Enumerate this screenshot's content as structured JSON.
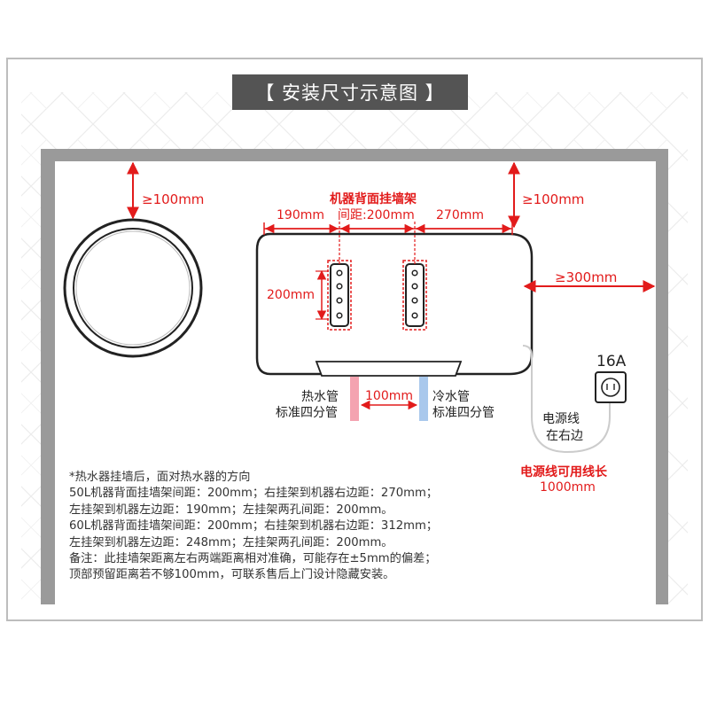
{
  "title": "【 安装尺寸示意图 】",
  "dimensions": {
    "top_left_clearance": "≥100mm",
    "top_right_clearance": "≥100mm",
    "right_clearance": "≥300mm",
    "bracket_heading": "机器背面挂墙架",
    "bracket_spacing": "间距:200mm",
    "left_offset": "190mm",
    "right_offset": "270mm",
    "hole_spacing": "200mm",
    "pipe_spacing": "100mm"
  },
  "pipes": {
    "hot_line1": "热水管",
    "hot_line2": "标准四分管",
    "cold_line1": "冷水管",
    "cold_line2": "标准四分管"
  },
  "power": {
    "socket_rating": "16A",
    "cord_label_line1": "电源线",
    "cord_label_line2": "在右边",
    "cord_length_label": "电源线可用线长",
    "cord_length_value": "1000mm"
  },
  "notes": [
    "*热水器挂墙后，面对热水器的方向",
    "50L机器背面挂墙架间距：200mm；右挂架到机器右边距：270mm；",
    "左挂架到机器左边距：190mm；左挂架两孔间距：200mm。",
    "60L机器背面挂墙架间距：200mm；右挂架到机器右边距：312mm；",
    "左挂架到机器左边距：248mm；左挂架两孔间距：200mm。",
    "备注：此挂墙架距离左右两端距离相对准确，可能存在±5mm的偏差；",
    "顶部预留距离若不够100mm，可联系售后上门设计隐藏安装。"
  ],
  "colors": {
    "wall": "#9a9a9a",
    "accent_red": "#e21b1b",
    "hot_pipe": "#f4a3b0",
    "cold_pipe": "#a9c8ec",
    "banner": "#545454"
  }
}
